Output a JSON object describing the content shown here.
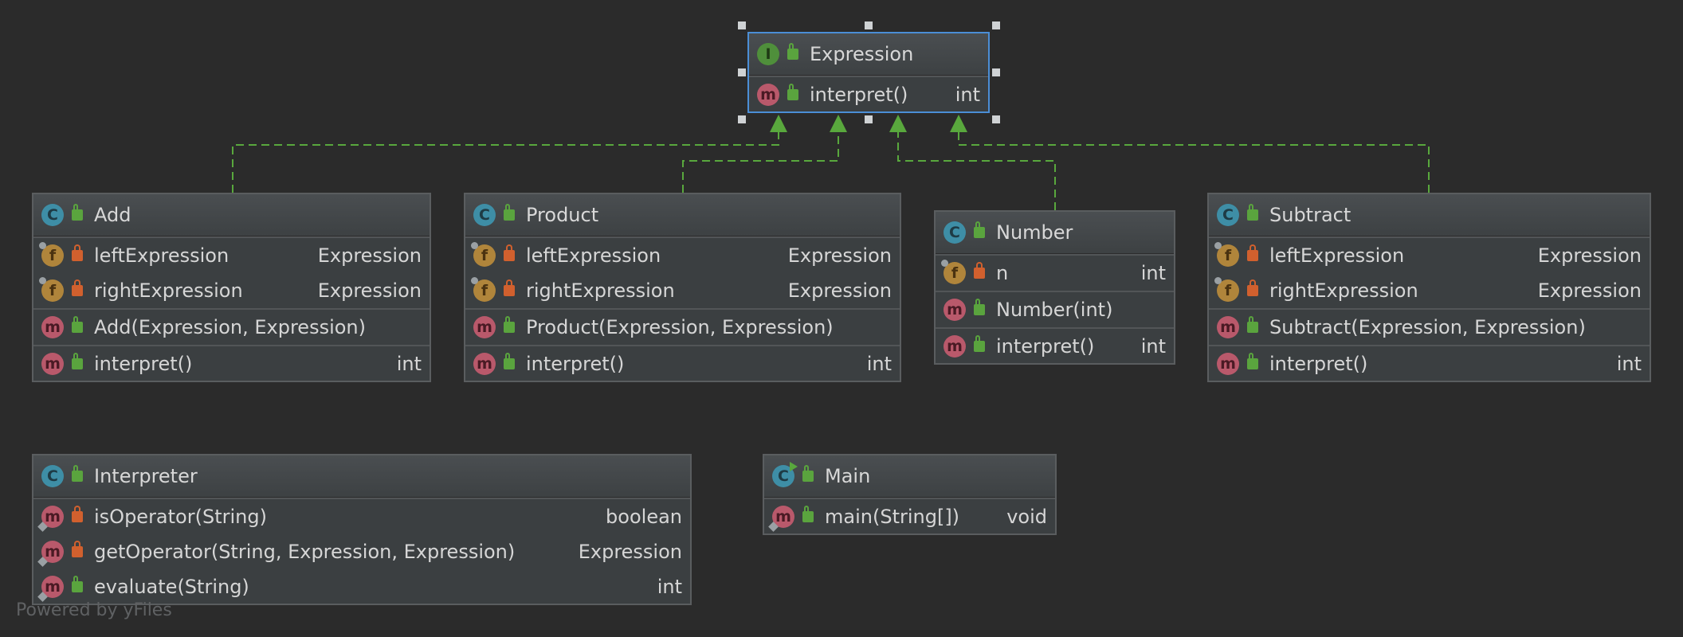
{
  "interface": {
    "name": "Expression",
    "kind_icon": "interface-icon",
    "methods": [
      {
        "name": "interpret()",
        "type": "int"
      }
    ]
  },
  "classes": {
    "add": {
      "name": "Add",
      "fields": [
        {
          "name": "leftExpression",
          "type": "Expression"
        },
        {
          "name": "rightExpression",
          "type": "Expression"
        }
      ],
      "constructor": "Add(Expression, Expression)",
      "methods": [
        {
          "name": "interpret()",
          "type": "int"
        }
      ]
    },
    "product": {
      "name": "Product",
      "fields": [
        {
          "name": "leftExpression",
          "type": "Expression"
        },
        {
          "name": "rightExpression",
          "type": "Expression"
        }
      ],
      "constructor": "Product(Expression, Expression)",
      "methods": [
        {
          "name": "interpret()",
          "type": "int"
        }
      ]
    },
    "number": {
      "name": "Number",
      "fields": [
        {
          "name": "n",
          "type": "int"
        }
      ],
      "constructor": "Number(int)",
      "methods": [
        {
          "name": "interpret()",
          "type": "int"
        }
      ]
    },
    "subtract": {
      "name": "Subtract",
      "fields": [
        {
          "name": "leftExpression",
          "type": "Expression"
        },
        {
          "name": "rightExpression",
          "type": "Expression"
        }
      ],
      "constructor": "Subtract(Expression, Expression)",
      "methods": [
        {
          "name": "interpret()",
          "type": "int"
        }
      ]
    },
    "interpreter": {
      "name": "Interpreter",
      "methods": [
        {
          "name": "isOperator(String)",
          "type": "boolean"
        },
        {
          "name": "getOperator(String, Expression, Expression)",
          "type": "Expression"
        },
        {
          "name": "evaluate(String)",
          "type": "int"
        }
      ]
    },
    "main": {
      "name": "Main",
      "methods": [
        {
          "name": "main(String[])",
          "type": "void"
        }
      ]
    }
  },
  "badges": {
    "class": "C",
    "interface": "I",
    "field": "f",
    "method": "m"
  },
  "colors": {
    "background": "#2b2b2b",
    "node_fill": "#3b3f41",
    "selection": "#4b8ed6",
    "realization_edge": "#59a83d"
  },
  "watermark": "Powered by yFiles"
}
